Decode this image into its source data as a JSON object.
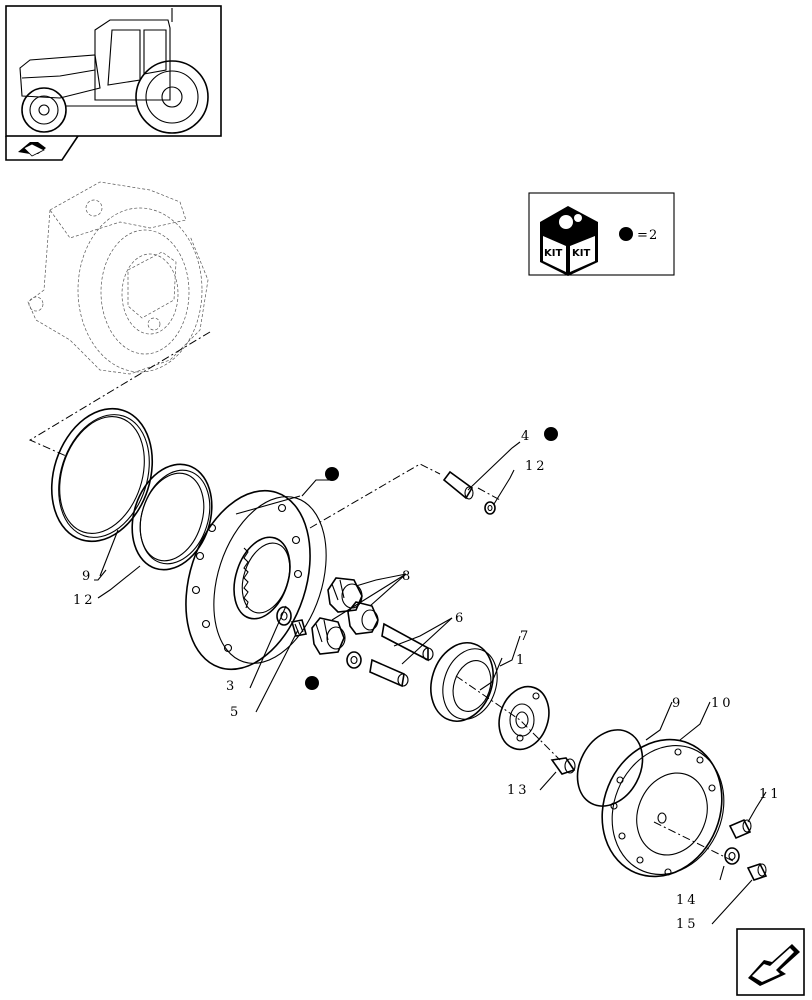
{
  "kit_legend": {
    "dot": "●",
    "equals": "=",
    "count": "2",
    "kit_text": "KIT"
  },
  "callouts": {
    "c1": "1",
    "c3": "3",
    "c4": "4",
    "c5": "5",
    "c6": "6",
    "c7": "7",
    "c8": "8",
    "c9a": "9",
    "c9b": "9",
    "c10": "10",
    "c11": "11",
    "c12a": "12",
    "c12b": "12",
    "c13": "13",
    "c14": "14",
    "c15": "15"
  },
  "icons": [
    "tractor-thumbnail",
    "nav-back-icon",
    "nav-next-icon",
    "kit-box-icon"
  ]
}
